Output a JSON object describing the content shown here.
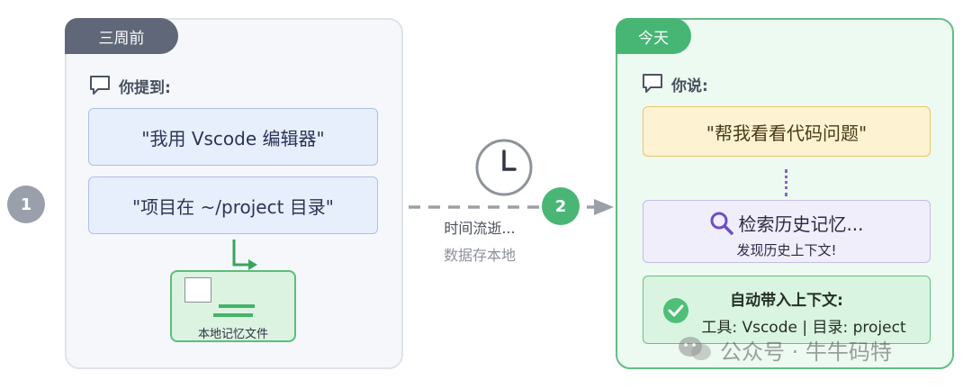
{
  "left": {
    "tag": "三周前",
    "speaker": "你提到:",
    "quote1": "\"我用 Vscode 编辑器\"",
    "quote2": "\"项目在 ~/project 目录\"",
    "file_label": "本地记忆文件"
  },
  "steps": {
    "one": "1",
    "two": "2"
  },
  "middle": {
    "line1": "时间流逝...",
    "line2": "数据存本地"
  },
  "right": {
    "tag": "今天",
    "speaker": "你说:",
    "quote": "\"帮我看看代码问题\"",
    "search_title": "检索历史记忆...",
    "search_sub": "发现历史上下文!",
    "ctx_title": "自动带入上下文:",
    "ctx_detail": "工具: Vscode | 目录: project"
  },
  "watermark": "公众号 · 牛牛码特",
  "colors": {
    "left_tag": "#5f6778",
    "right_tag": "#47b675",
    "step_gray": "#9aa0ab",
    "step_green": "#49b675"
  }
}
